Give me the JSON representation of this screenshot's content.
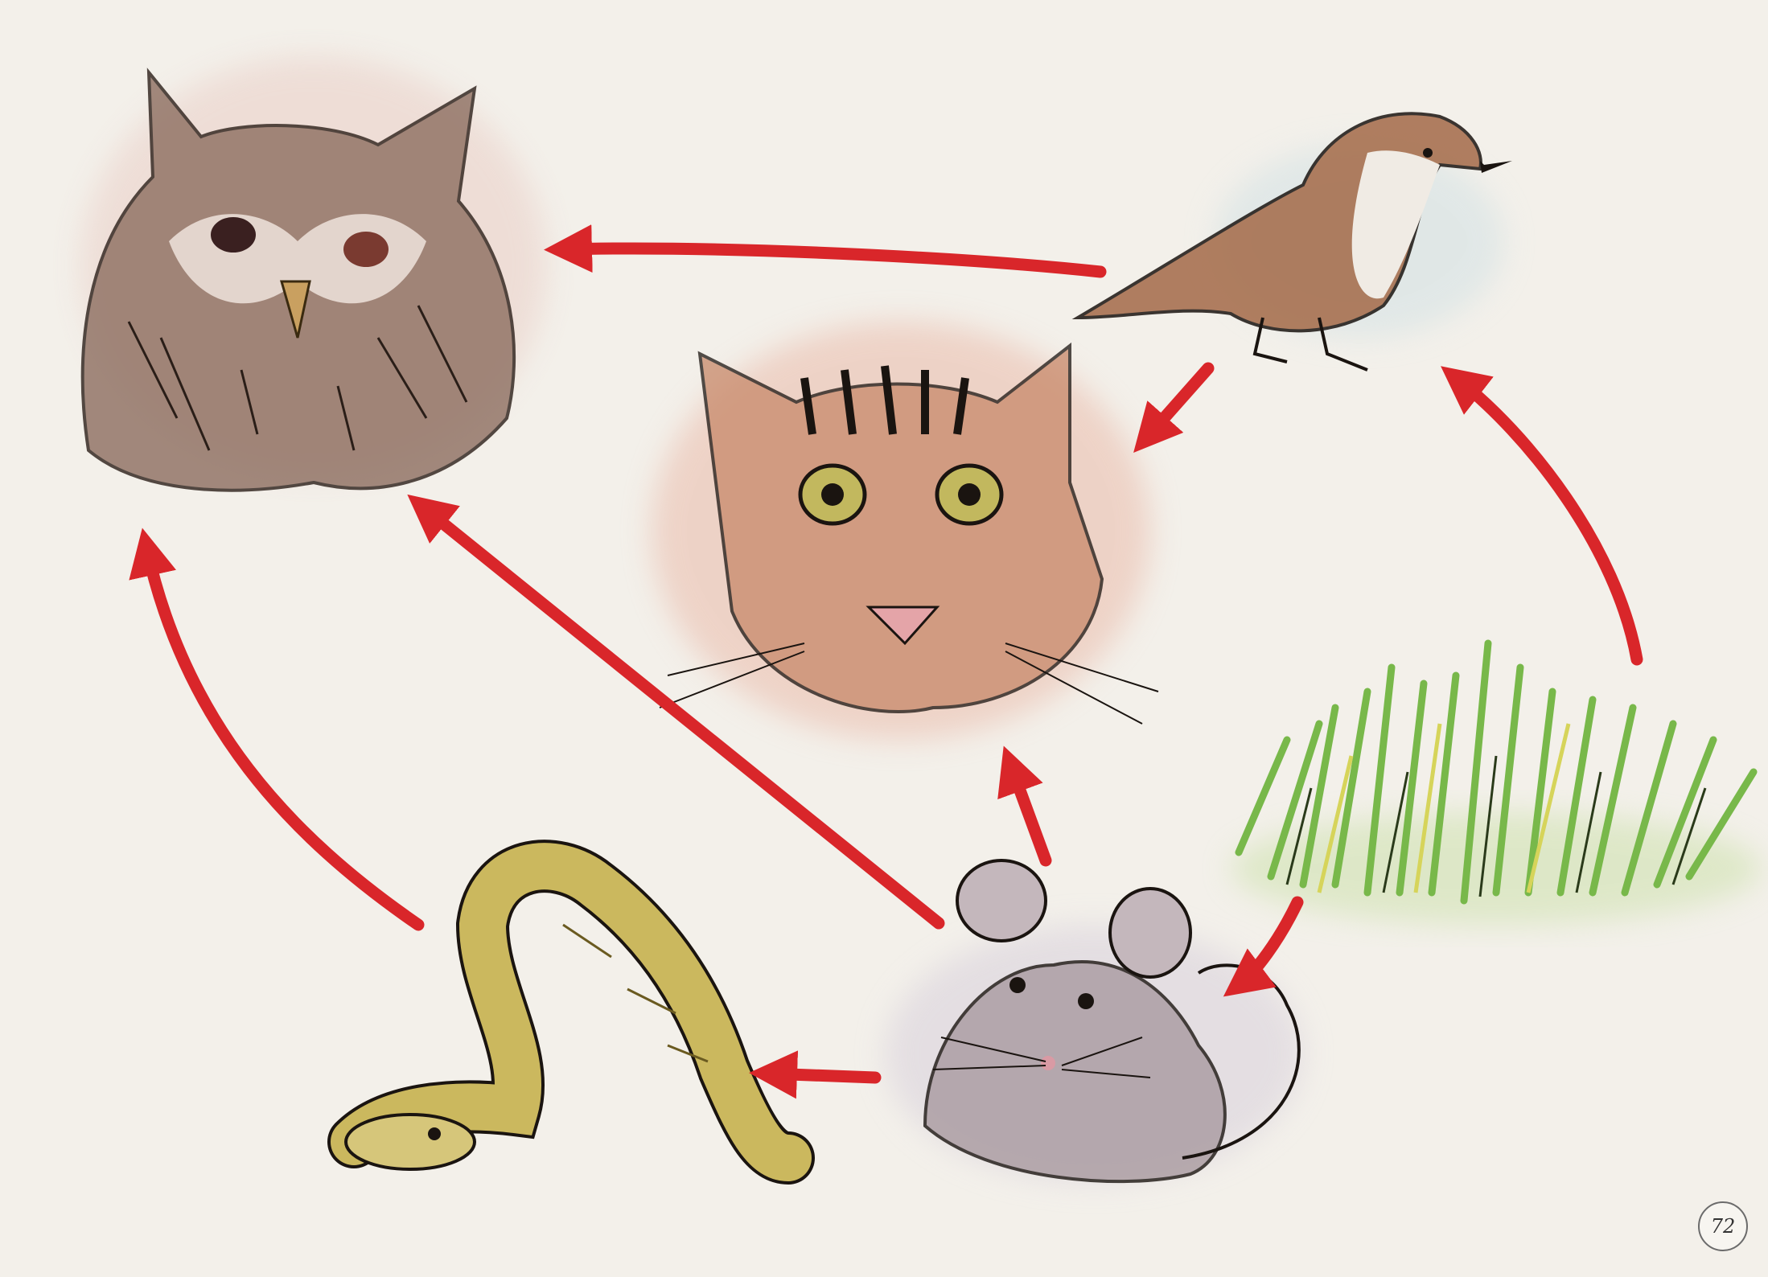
{
  "page": {
    "number": "72"
  },
  "colors": {
    "background": "#f3f0ea",
    "arrow": "#d9262a",
    "owl": "#7a5a48",
    "cat": "#c8896a",
    "sparrow": "#8a5a3c",
    "grass": "#7fbf4a",
    "mouse": "#a99aa0",
    "snake": "#c9b45a"
  },
  "organisms": [
    {
      "id": "owl",
      "icon": "owl-icon"
    },
    {
      "id": "wildcat",
      "icon": "wildcat-icon"
    },
    {
      "id": "sparrow",
      "icon": "sparrow-icon"
    },
    {
      "id": "grass",
      "icon": "grass-icon"
    },
    {
      "id": "mouse",
      "icon": "mouse-icon"
    },
    {
      "id": "snake",
      "icon": "snake-icon"
    }
  ],
  "links": [
    {
      "from": "sparrow",
      "to": "owl"
    },
    {
      "from": "sparrow",
      "to": "wildcat"
    },
    {
      "from": "grass",
      "to": "sparrow"
    },
    {
      "from": "grass",
      "to": "mouse"
    },
    {
      "from": "mouse",
      "to": "wildcat"
    },
    {
      "from": "mouse",
      "to": "owl"
    },
    {
      "from": "mouse",
      "to": "snake"
    },
    {
      "from": "snake",
      "to": "owl"
    }
  ]
}
